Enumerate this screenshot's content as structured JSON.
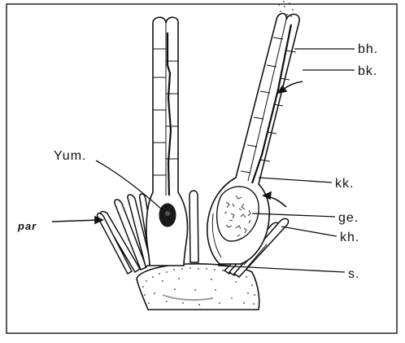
{
  "figure": {
    "stroke_color": "#111111",
    "background_color": "#ffffff",
    "labels": {
      "yum": "Yum.",
      "par": "par",
      "bh": "bh.",
      "bk": "bk.",
      "kk": "kk.",
      "ge": "ge.",
      "kh": "kh.",
      "s": "s."
    }
  }
}
